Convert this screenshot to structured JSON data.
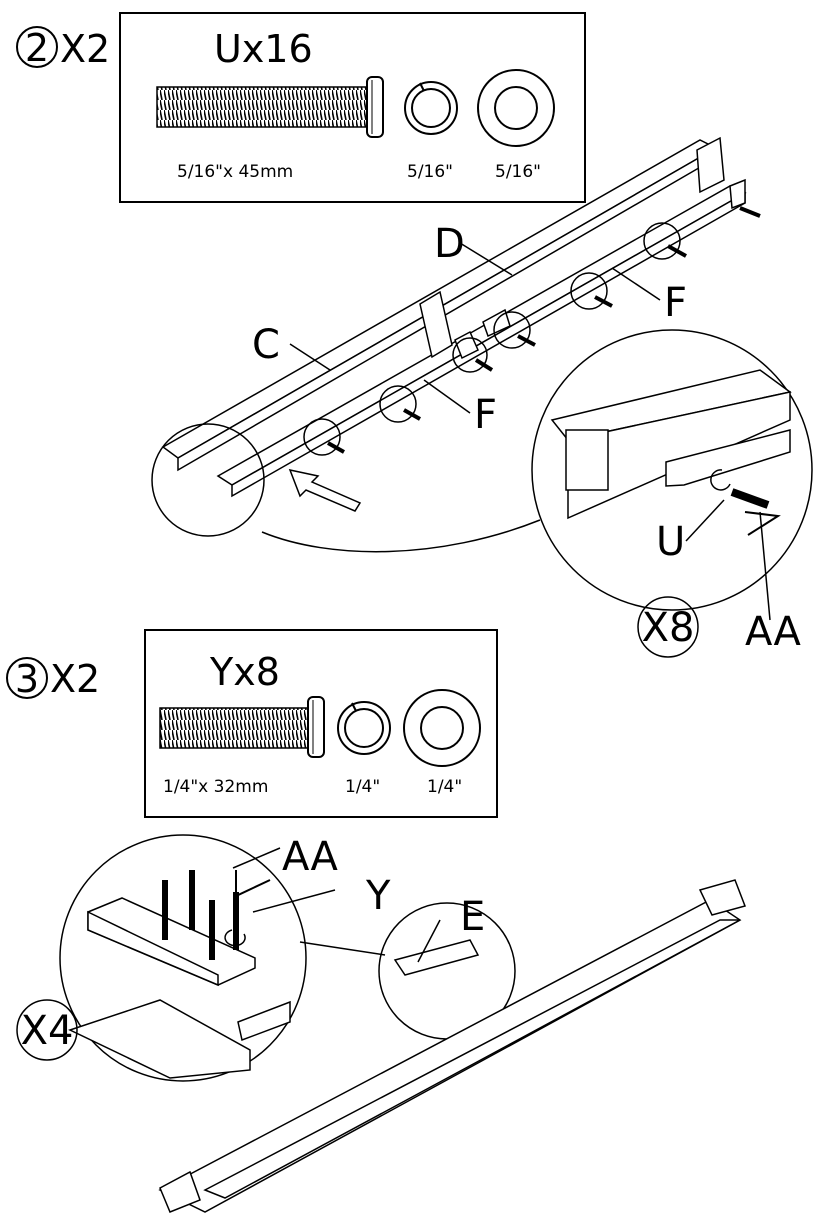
{
  "step2": {
    "number": "2",
    "multiplier": "X2",
    "parts": {
      "title": "Ux16",
      "bolt_size": "5/16\"x 45mm",
      "lock_washer_size": "5/16\"",
      "flat_washer_size": "5/16\""
    },
    "labels": {
      "c": "C",
      "d": "D",
      "f_upper": "F",
      "f_lower": "F",
      "u": "U",
      "aa": "AA",
      "repeat": "X8"
    }
  },
  "step3": {
    "number": "3",
    "multiplier": "X2",
    "parts": {
      "title": "Yx8",
      "bolt_size": "1/4\"x 32mm",
      "lock_washer_size": "1/4\"",
      "flat_washer_size": "1/4\""
    },
    "labels": {
      "aa": "AA",
      "y": "Y",
      "e": "E",
      "repeat": "X4"
    }
  }
}
